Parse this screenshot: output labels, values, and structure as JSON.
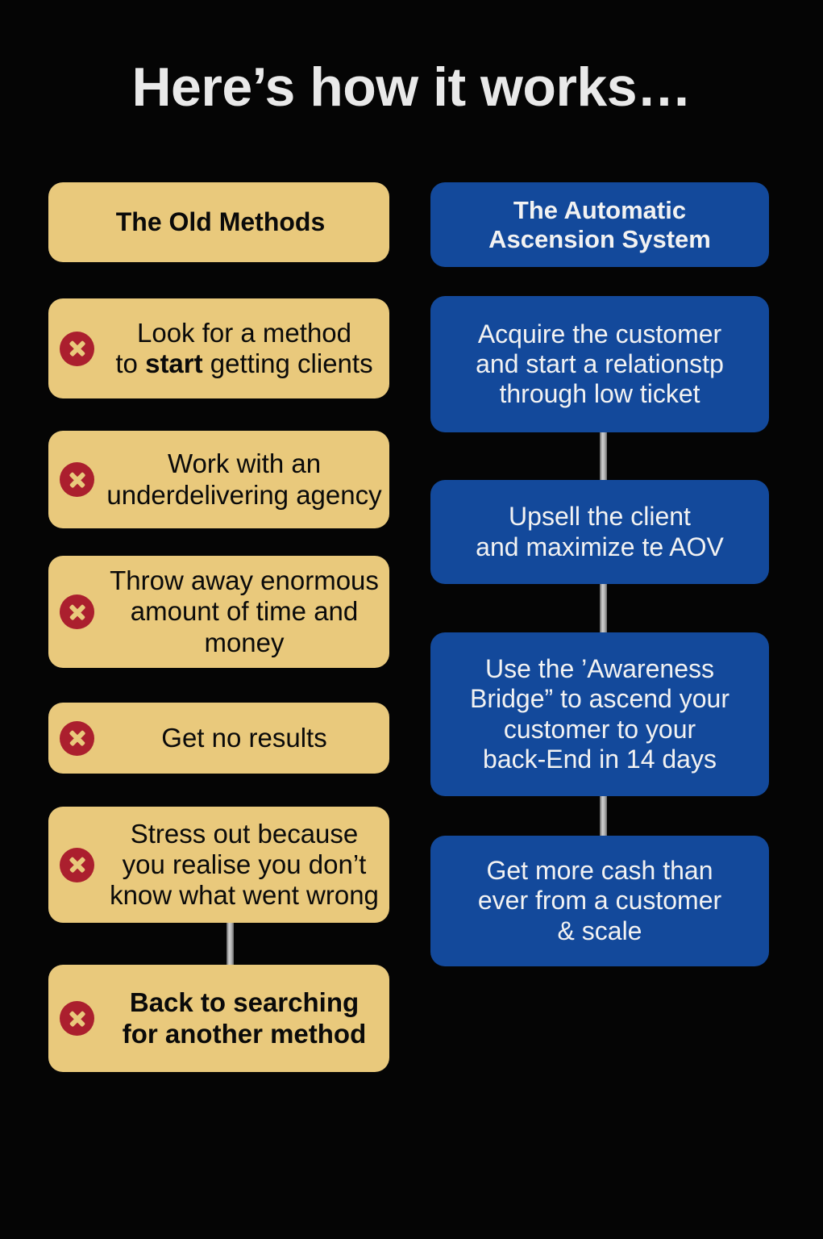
{
  "title": "Here’s how it works…",
  "colors": {
    "background": "#050505",
    "gold": "#e9c97c",
    "blue": "#13499b",
    "icon_red": "#ab1f2e",
    "connector_gray": "#b8b8b8",
    "title_white": "#e9e9e9",
    "gold_text": "#0a0a0a",
    "blue_text": "#f2f2f2"
  },
  "left_column": {
    "header": "The Old Methods",
    "icon": "x-circle-icon",
    "items": [
      {
        "text_before": "Look for a method\nto ",
        "text_bold": "start",
        "text_after": " getting clients",
        "bold_all": false
      },
      {
        "text_before": "Work with an\nunderdelivering agency",
        "text_bold": "",
        "text_after": "",
        "bold_all": false
      },
      {
        "text_before": "Throw away enormous\namount of time and\nmoney",
        "text_bold": "",
        "text_after": "",
        "bold_all": false
      },
      {
        "text_before": "Get no results",
        "text_bold": "",
        "text_after": "",
        "bold_all": false
      },
      {
        "text_before": "Stress out because\nyou realise you don’t\nknow what went wrong",
        "text_bold": "",
        "text_after": "",
        "bold_all": false
      },
      {
        "text_before": "Back to searching\nfor another method",
        "text_bold": "",
        "text_after": "",
        "bold_all": true
      }
    ]
  },
  "right_column": {
    "header": "The Automatic\nAscension System",
    "items": [
      {
        "text": "Acquire the customer\nand start a relationstp\nthrough low ticket"
      },
      {
        "text": "Upsell the client\nand maximize te AOV"
      },
      {
        "text": "Use the ’Awareness\nBridge” to ascend your\ncustomer to your\nback-End in 14 days"
      },
      {
        "text": "Get more cash than\never from a customer\n& scale"
      }
    ]
  }
}
